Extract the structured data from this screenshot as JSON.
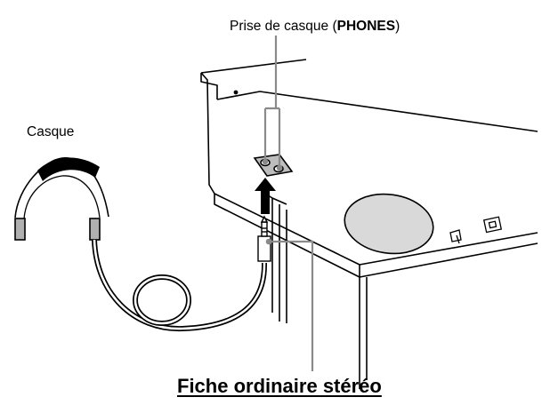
{
  "labels": {
    "jack_prefix": "Prise de casque (",
    "jack_bold": "PHONES",
    "jack_suffix": ")",
    "headphones": "Casque",
    "plug": "Fiche ordinaire stéréo"
  },
  "colors": {
    "line": "#000000",
    "leader": "#8a8a8a",
    "speaker_fill": "#d9d9d9",
    "jack_fill": "#bdbdbd",
    "cushion": "#b0b0b0"
  },
  "icons": [
    "headphones-icon",
    "stereo-plug-icon",
    "keyboard-body-icon",
    "insert-arrow-icon"
  ]
}
